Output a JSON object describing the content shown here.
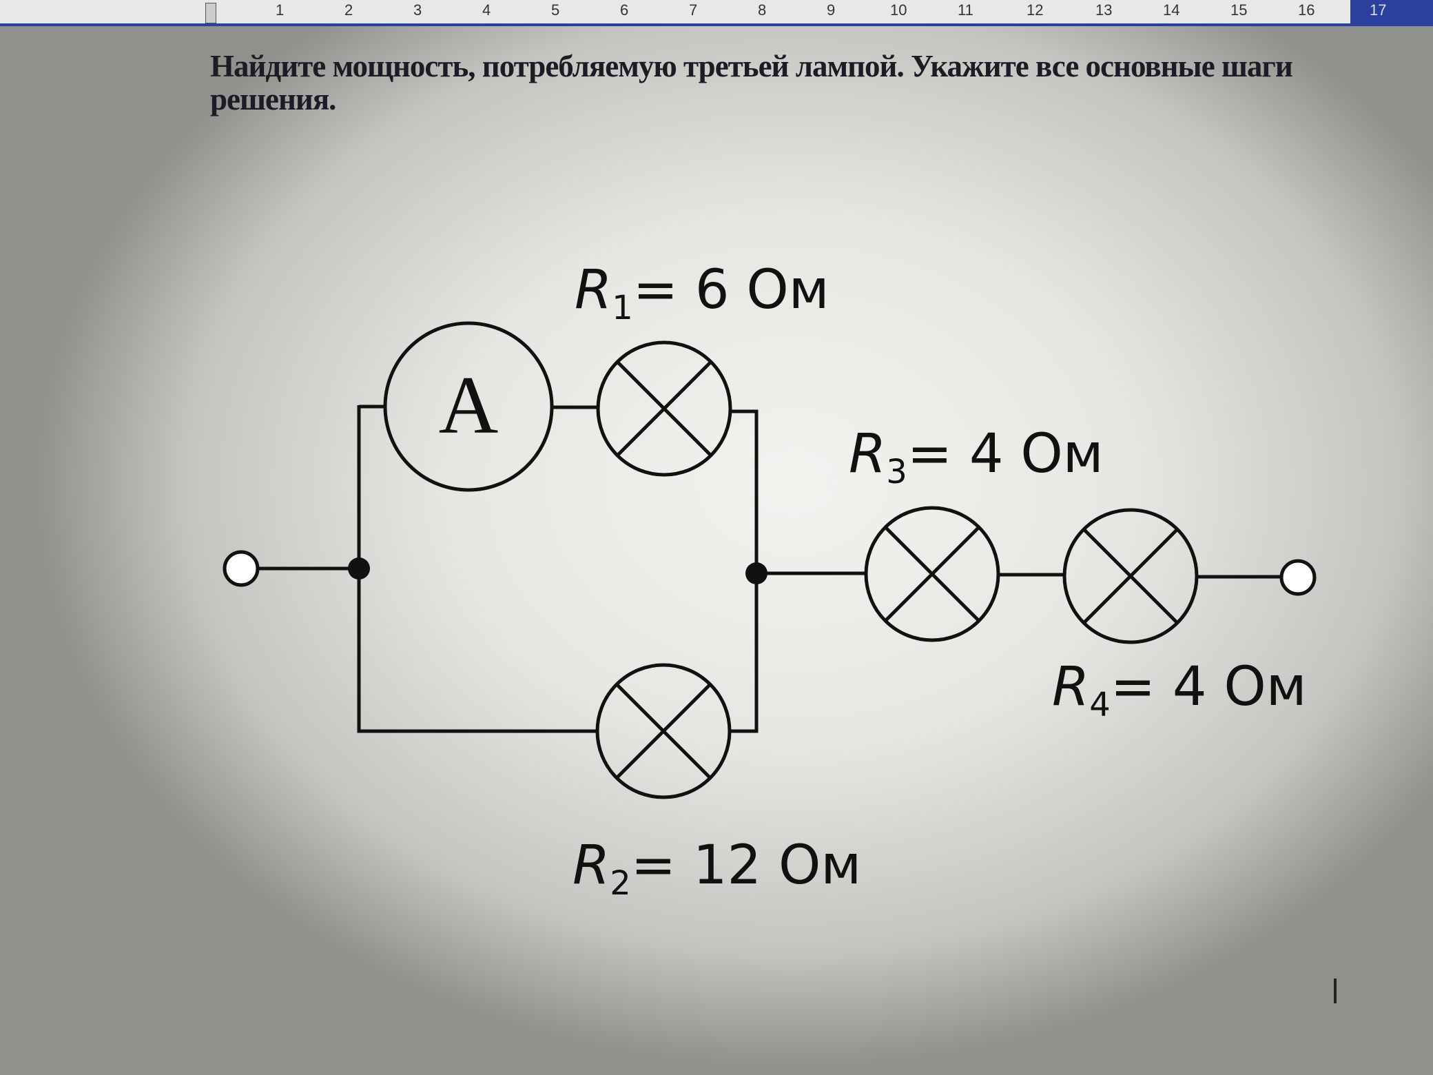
{
  "ruler": {
    "numbers": [
      "1",
      "2",
      "3",
      "4",
      "5",
      "6",
      "7",
      "8",
      "9",
      "10",
      "11",
      "12",
      "13",
      "14",
      "15",
      "16",
      "17"
    ]
  },
  "task": {
    "text": "Найдите мощность, потребляемую третьей лампой. Укажите все основные шаги решения."
  },
  "circuit": {
    "ammeter_label": "A",
    "r1": {
      "name": "R",
      "sub": "1",
      "value": "= 6 Ом"
    },
    "r2": {
      "name": "R",
      "sub": "2",
      "value": "= 12 Ом"
    },
    "r3": {
      "name": "R",
      "sub": "3",
      "value": "= 4 Ом"
    },
    "r4": {
      "name": "R",
      "sub": "4",
      "value": "= 4 Ом"
    }
  }
}
